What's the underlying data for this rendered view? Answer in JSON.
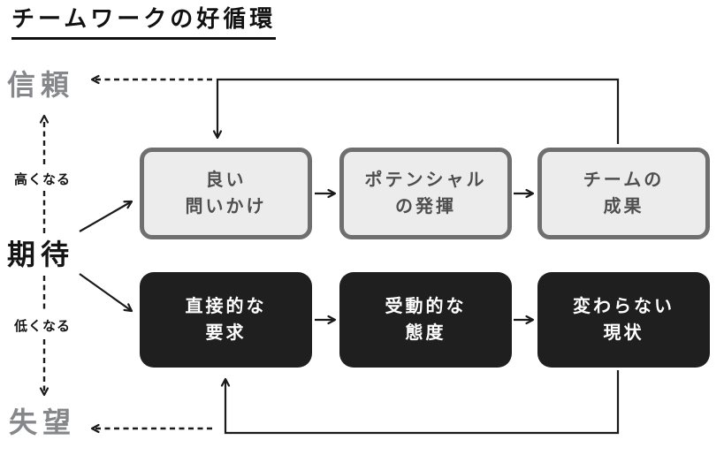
{
  "title": "チームワークの好循環",
  "axis": {
    "trust": "信頼",
    "expectation": "期待",
    "disappointment": "失望",
    "rise_note": "高くなる",
    "fall_note": "低くなる"
  },
  "good_cycle": {
    "boxes": [
      {
        "line1": "良い",
        "line2": "問いかけ"
      },
      {
        "line1": "ポテンシャル",
        "line2": "の発揮"
      },
      {
        "line1": "チームの",
        "line2": "成果"
      }
    ]
  },
  "bad_cycle": {
    "boxes": [
      {
        "line1": "直接的な",
        "line2": "要求"
      },
      {
        "line1": "受動的な",
        "line2": "態度"
      },
      {
        "line1": "変わらない",
        "line2": "現状"
      }
    ]
  },
  "icons": {
    "arrows": [
      "up-arrow-icon",
      "down-arrow-icon",
      "left-dashed-arrow-icon",
      "right-arrow-icon"
    ]
  },
  "colors": {
    "good_box_fill": "#ececec",
    "good_box_border": "#6f6f6f",
    "good_box_text": "#4f4f4f",
    "bad_box_fill": "#1f1f1f",
    "bad_box_text": "#ffffff",
    "muted_label": "#85878a",
    "line": "#1a1a1a",
    "title_text": "#111111"
  }
}
